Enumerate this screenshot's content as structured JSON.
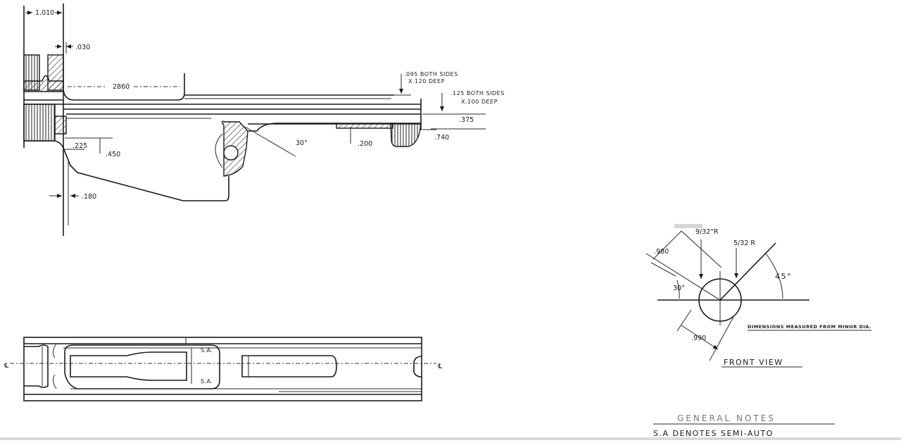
{
  "drawing": {
    "type": "engineering drawing (scanned)",
    "side_view": {
      "dimensions": {
        "d_1010": "1.010",
        "d_030": ".030",
        "d_2860": "2860",
        "d_095": ".095 BOTH SIDES",
        "d_095_deep": "X.120 DEEP",
        "d_125": ".125 BOTH SIDES",
        "d_125_deep": "X.100 DEEP",
        "d_375": ".375",
        "d_740": ".740",
        "d_200": ".200",
        "angle_30": "30°",
        "d_225": ".225",
        "d_450": ".450",
        "d_180": ".180"
      }
    },
    "top_view": {
      "centerline_left": "℄",
      "centerline_right": "℄",
      "label_sa_top": "S.A.",
      "label_sa_bottom": "S.A."
    },
    "front_view": {
      "title": "FRONT VIEW",
      "dimensions": {
        "r_9_32": "9/32\"R",
        "r_5_32": "5/32 R",
        "d_980": ".980",
        "d_990": ".990",
        "angle_30": "30°",
        "angle_45": "45°"
      },
      "note": "DIMENSIONS MEASURED FROM MINOR DIA."
    },
    "general_notes": {
      "title": "GENERAL NOTES",
      "items": [
        "S.A DENOTES  SEMI-AUTO"
      ]
    }
  }
}
